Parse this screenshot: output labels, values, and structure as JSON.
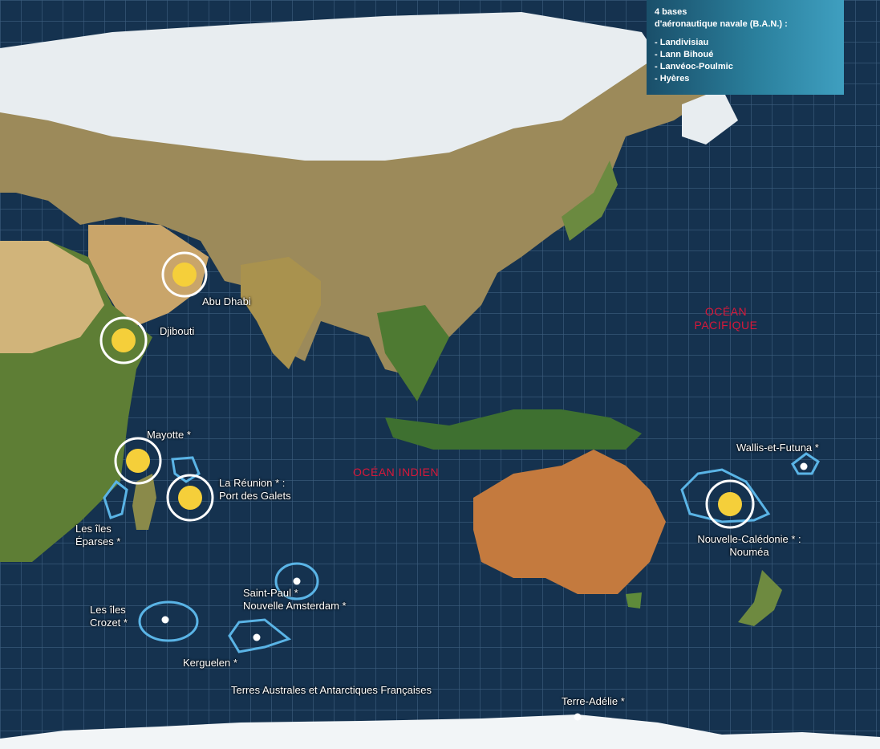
{
  "legend": {
    "title_line1": "4 bases",
    "title_line2": "d'aéronautique navale (B.A.N.) :",
    "bases": [
      "Landivisiau",
      "Lann Bihoué",
      "Lanvéoc-Poulmic",
      "Hyères"
    ]
  },
  "oceans": {
    "pacific_line1": "OCÉAN",
    "pacific_line2": "PACIFIQUE",
    "indian": "OCÉAN INDIEN"
  },
  "places": {
    "abu_dhabi": "Abu Dhabi",
    "djibouti": "Djibouti",
    "mayotte": "Mayotte *",
    "reunion_line1": "La Réunion * :",
    "reunion_line2": "Port des Galets",
    "eparses_line1": "Les îles",
    "eparses_line2": "Éparses *",
    "crozet_line1": "Les îles",
    "crozet_line2": "Crozet *",
    "saint_paul_line1": "Saint-Paul *",
    "saint_paul_line2": "Nouvelle Amsterdam *",
    "kerguelen": "Kerguelen *",
    "taaf": "Terres Australes et Antarctiques Françaises",
    "terre_adelie": "Terre-Adélie *",
    "wallis": "Wallis-et-Futuna *",
    "caledonie_line1": "Nouvelle-Calédonie * :",
    "caledonie_line2": "Nouméa"
  },
  "colors": {
    "sea": "#15324f",
    "grid": "#3d5f7f",
    "base_marker": "#f5cf3a",
    "eez_outline": "#5ab4e6",
    "ocean_label": "#d8183a"
  }
}
